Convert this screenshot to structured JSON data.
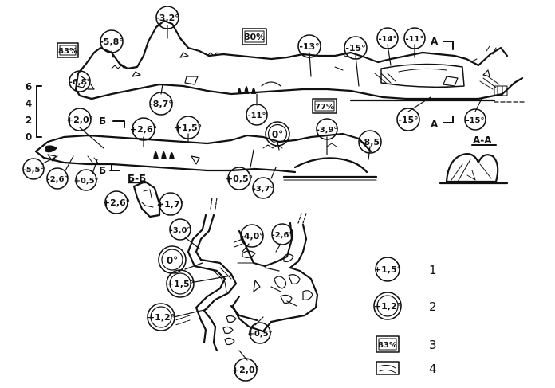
{
  "temps_single": {
    "t1": "-3,2°",
    "t2": "-5,8°",
    "t3": "-6,8°",
    "t4": "-13°",
    "t5": "-15°",
    "t6": "-14°",
    "t7": "-11°",
    "t8": "-8,7°",
    "t9": "-11°",
    "t10": "-15°",
    "t11": "-15°",
    "t12": "+2,0°",
    "t13": "+2,6°",
    "t14": "+1,5°",
    "t15": "-3,9°",
    "t16": "-8,5",
    "t17": "-5,5°",
    "t18": "-2,6°",
    "t19": "+0,5°",
    "t20": "+0,5°",
    "t21": "-3,7°",
    "t22": "+2,6°",
    "t23": "+1,7°",
    "t24": "-3,0°",
    "t25": "-4,0°",
    "t26": "-2,6°",
    "t27": "+0,5°",
    "t28": "+2,0°"
  },
  "temps_double": {
    "d1": "0°",
    "d2": "0°",
    "d3": "+1,5°",
    "d4": "+1,2°"
  },
  "humidity": {
    "h1": "83%",
    "h2": "80%",
    "h3": "77%"
  },
  "sections": {
    "a_left": "А",
    "a_right": "А",
    "b_left": "Б",
    "b_right": "Б",
    "aa": "А-А",
    "bb": "Б-Б"
  },
  "scale_ticks": [
    "6",
    "4",
    "2",
    "0"
  ],
  "legend": [
    {
      "symbol": "+1,5°",
      "number": "1"
    },
    {
      "symbol": "+1,2°",
      "number": "2"
    },
    {
      "symbol": "83%",
      "number": "3"
    },
    {
      "symbol": "",
      "number": "4"
    }
  ]
}
